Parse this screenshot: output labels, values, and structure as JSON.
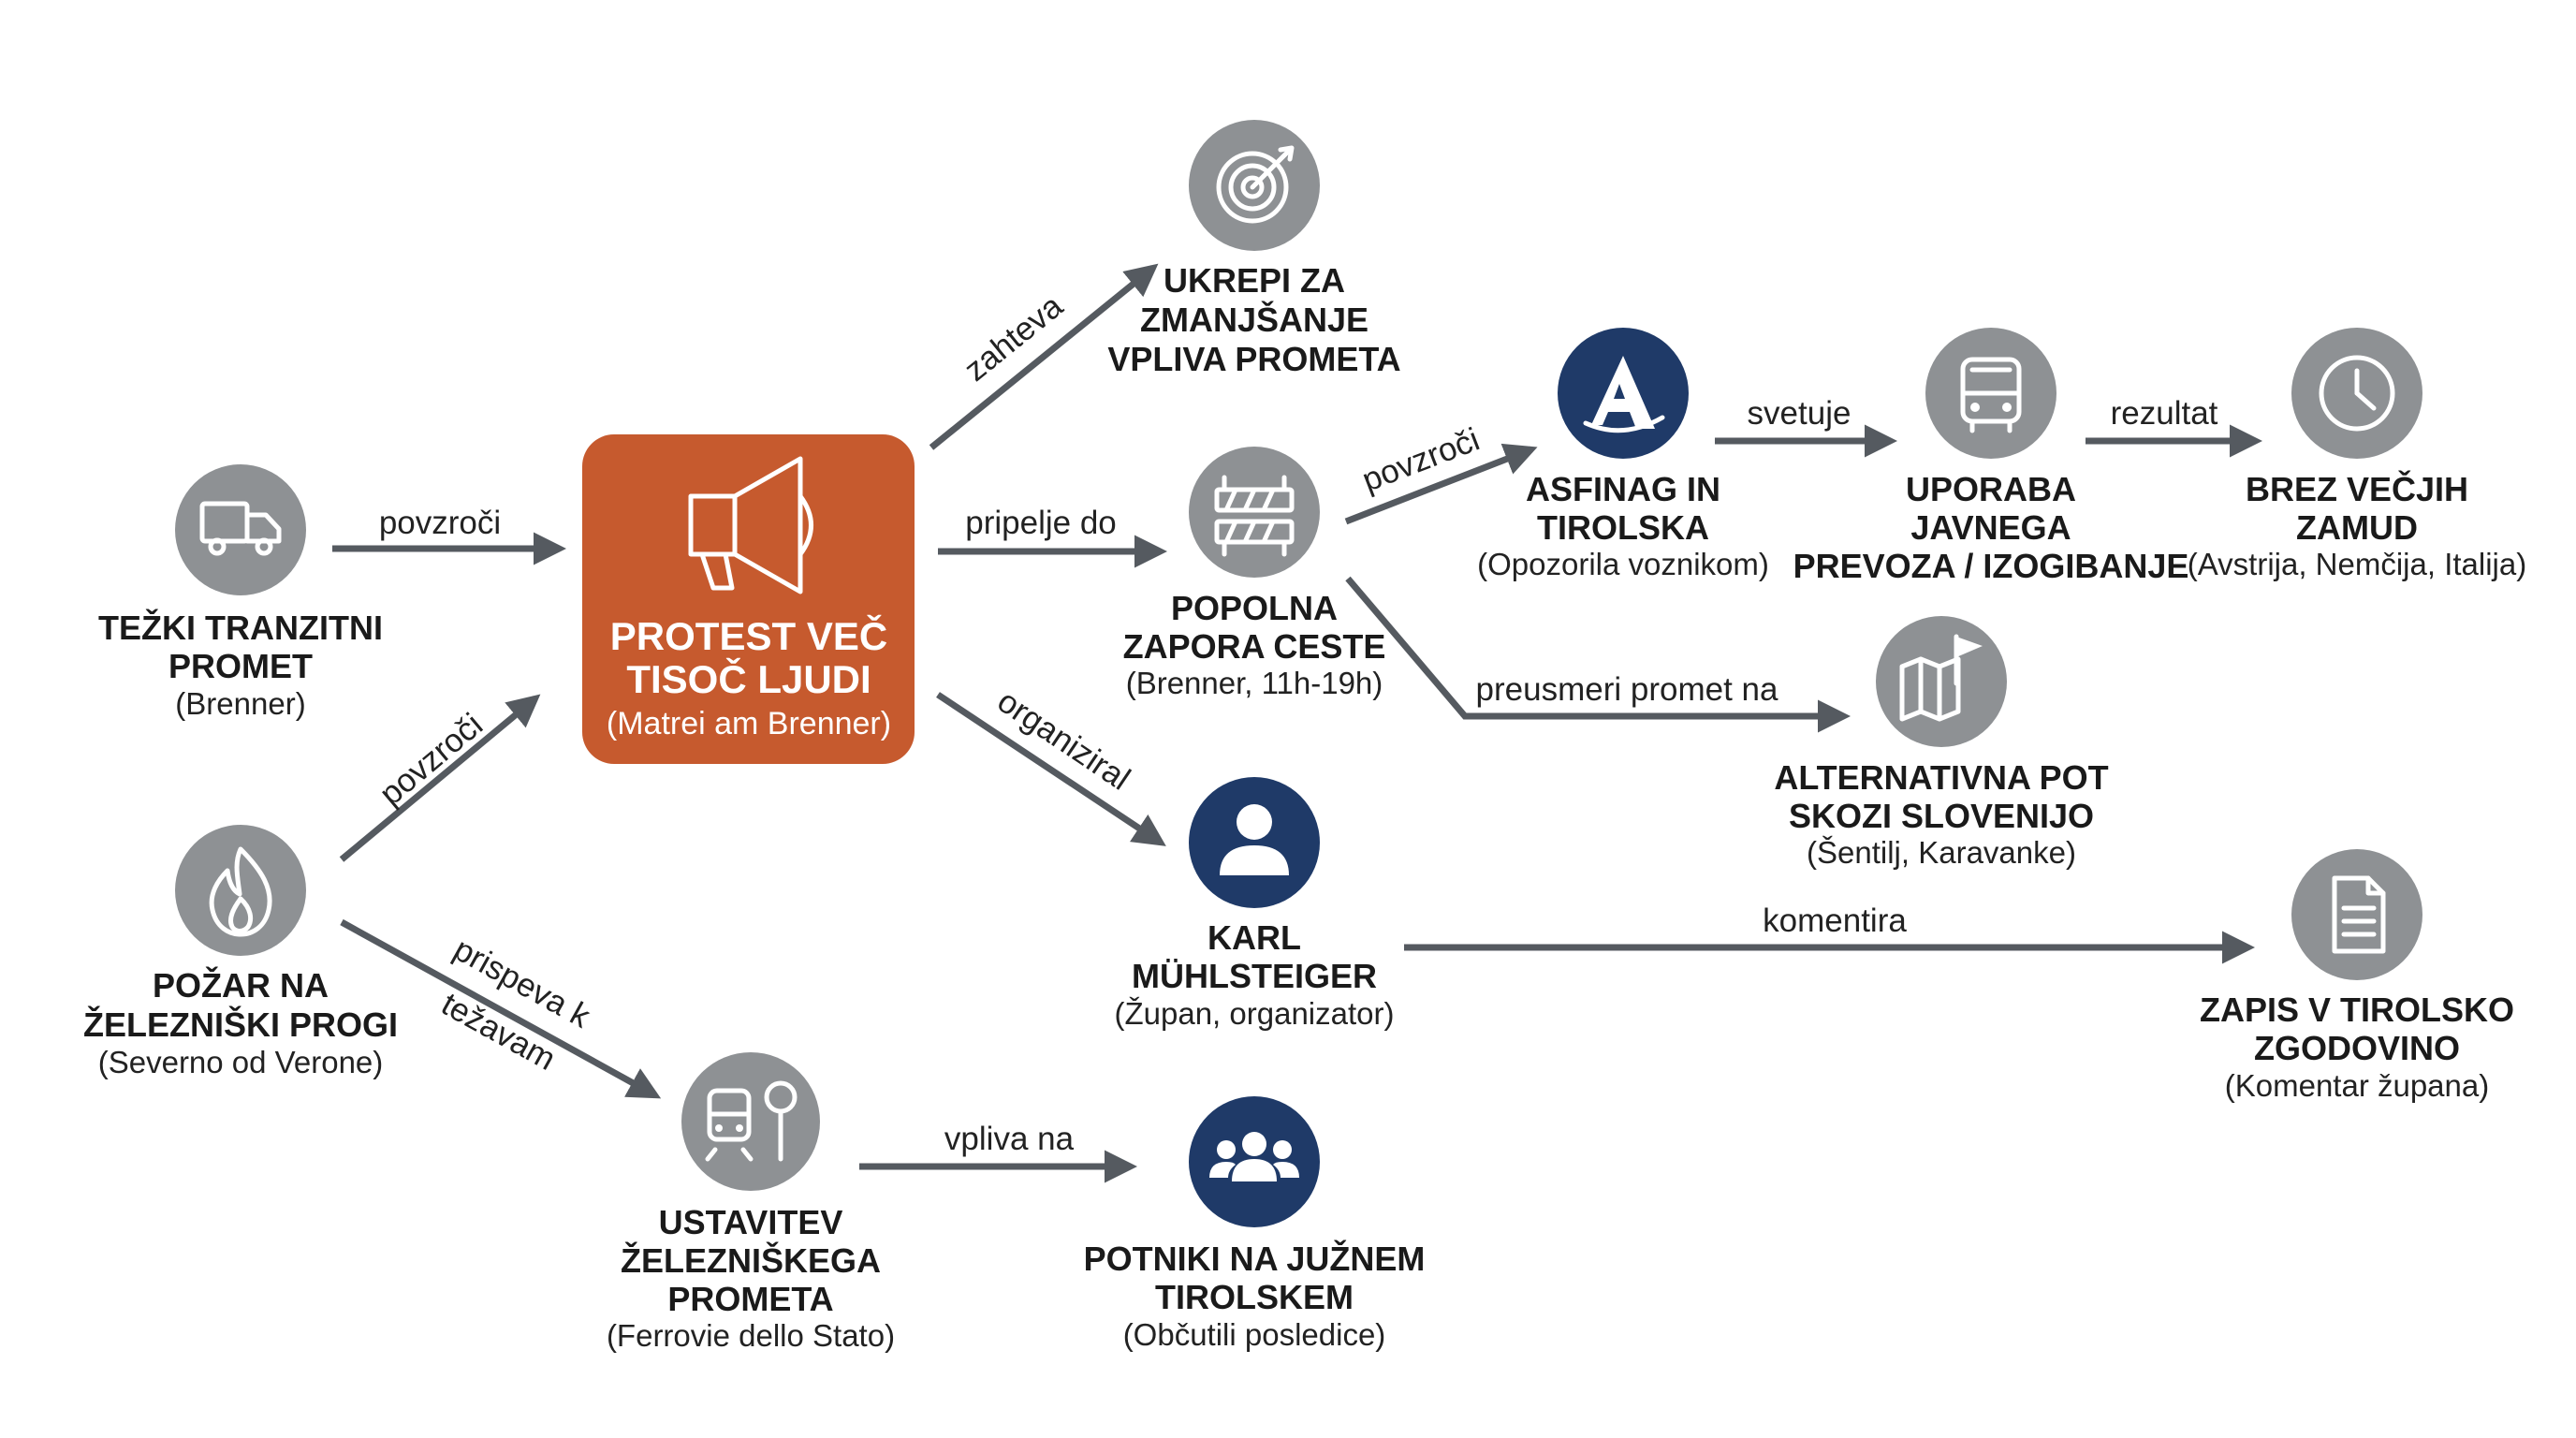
{
  "colors": {
    "gray": "#8e9194",
    "navy": "#1f3a68",
    "orange": "#c65a2e",
    "arrow": "#555a60"
  },
  "hub": {
    "title1": "PROTEST VEČ",
    "title2": "TISOČ LJUDI",
    "sub": "(Matrei am Brenner)",
    "icon": "megaphone-icon"
  },
  "nodes": {
    "promet": {
      "title1": "TEŽKI TRANZITNI",
      "title2": "PROMET",
      "sub": "(Brenner)",
      "icon": "truck-icon"
    },
    "pozar": {
      "title1": "POŽAR NA",
      "title2": "ŽELEZNIŠKI PROGI",
      "sub": "(Severno od Verone)",
      "icon": "fire-icon"
    },
    "ustavitev": {
      "title1": "USTAVITEV",
      "title2": "ŽELEZNIŠKEGA",
      "title3": "PROMETA",
      "sub": "(Ferrovie dello Stato)",
      "icon": "train-stop-icon"
    },
    "potniki": {
      "title1": "POTNIKI NA JUŽNEM",
      "title2": "TIROLSKEM",
      "sub": "(Občutili posledice)",
      "icon": "people-icon"
    },
    "ukrepi": {
      "title1": "UKREPI ZA",
      "title2": "ZMANJŠANJE",
      "title3": "VPLIVA PROMETA",
      "icon": "target-icon"
    },
    "zapora": {
      "title1": "POPOLNA",
      "title2": "ZAPORA CESTE",
      "sub": "(Brenner, 11h-19h)",
      "icon": "barrier-icon"
    },
    "karl": {
      "title1": "KARL",
      "title2": "MÜHLSTEIGER",
      "sub": "(Župan, organizator)",
      "icon": "person-icon"
    },
    "asfinag": {
      "title1": "ASFINAG IN",
      "title2": "TIROLSKA",
      "sub": "(Opozorila voznikom)",
      "icon": "asfinag-logo-icon"
    },
    "uporaba": {
      "title1": "UPORABA",
      "title2": "JAVNEGA",
      "title3": "PREVOZA / IZOGIBANJE",
      "icon": "bus-icon"
    },
    "brez": {
      "title1": "BREZ VEČJIH",
      "title2": "ZAMUD",
      "sub": "(Avstrija, Nemčija, Italija)",
      "icon": "clock-icon"
    },
    "alternativna": {
      "title1": "ALTERNATIVNA POT",
      "title2": "SKOZI SLOVENIJO",
      "sub": "(Šentilj, Karavanke)",
      "icon": "map-flag-icon"
    },
    "zapis": {
      "title1": "ZAPIS V TIROLSKO",
      "title2": "ZGODOVINO",
      "sub": "(Komentar župana)",
      "icon": "document-icon"
    }
  },
  "edges": {
    "promet_hub": "povzroči",
    "pozar_hub": "povzroči",
    "pozar_ustavitev_1": "prispeva k",
    "pozar_ustavitev_2": "težavam",
    "ustavitev_potniki": "vpliva na",
    "hub_ukrepi": "zahteva",
    "hub_zapora": "pripelje do",
    "hub_karl": "organiziral",
    "zapora_asfinag": "povzroči",
    "zapora_alternativna": "preusmeri promet na",
    "asfinag_uporaba": "svetuje",
    "uporaba_brez": "rezultat",
    "karl_zapis": "komentira"
  }
}
